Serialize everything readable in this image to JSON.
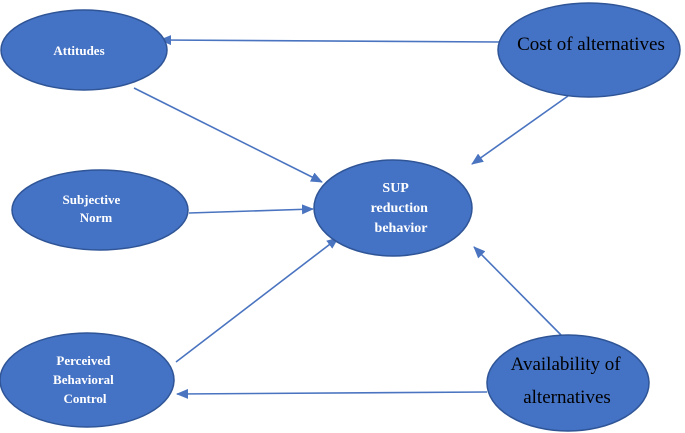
{
  "colors": {
    "node_fill": "#4472c4",
    "node_stroke": "#2f5597",
    "edge": "#4a74c0",
    "background": "#ffffff"
  },
  "nodes": {
    "attitudes": {
      "lines": [
        "Attitudes"
      ]
    },
    "subjective_norm": {
      "lines": [
        "Subjective",
        "Norm"
      ]
    },
    "perceived_behavioral_control": {
      "lines": [
        "Perceived",
        "Behavioral",
        "Control"
      ]
    },
    "sup_reduction_behavior": {
      "lines": [
        "SUP",
        "reduction",
        "behavior"
      ]
    },
    "cost_of_alternatives": {
      "lines": [
        "Cost of alternatives"
      ]
    },
    "availability_of_alternatives": {
      "lines": [
        "Availability of",
        "alternatives"
      ]
    }
  },
  "edges": [
    {
      "from": "cost_of_alternatives",
      "to": "attitudes"
    },
    {
      "from": "attitudes",
      "to": "sup_reduction_behavior"
    },
    {
      "from": "cost_of_alternatives",
      "to": "sup_reduction_behavior"
    },
    {
      "from": "subjective_norm",
      "to": "sup_reduction_behavior"
    },
    {
      "from": "perceived_behavioral_control",
      "to": "sup_reduction_behavior"
    },
    {
      "from": "availability_of_alternatives",
      "to": "sup_reduction_behavior"
    },
    {
      "from": "availability_of_alternatives",
      "to": "perceived_behavioral_control"
    }
  ]
}
